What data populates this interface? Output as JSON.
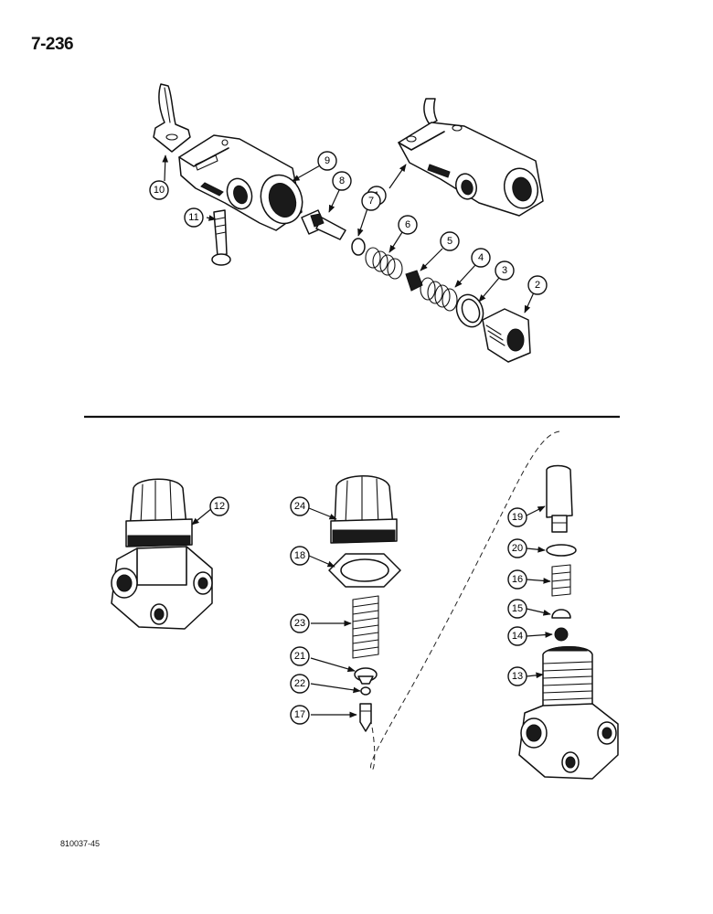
{
  "page_number": "7-236",
  "reference_code": "810037-45",
  "callouts": [
    "1",
    "2",
    "3",
    "4",
    "5",
    "6",
    "7",
    "8",
    "9",
    "10",
    "11",
    "12",
    "13",
    "14",
    "15",
    "16",
    "17",
    "18",
    "19",
    "20",
    "21",
    "22",
    "23",
    "24"
  ]
}
